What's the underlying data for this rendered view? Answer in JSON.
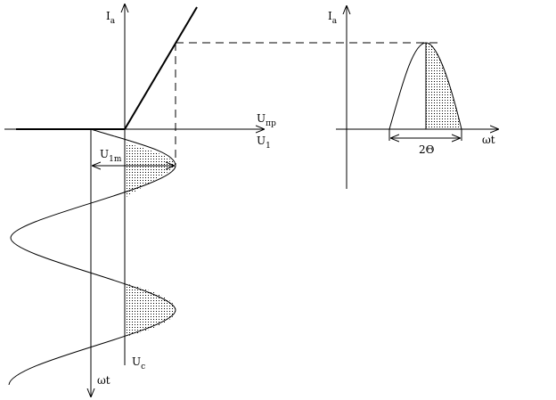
{
  "left_graph": {
    "y_axis_label": {
      "main": "I",
      "sub": "a"
    },
    "x_axis_label_top": {
      "main": "U",
      "sub": "пр"
    },
    "x_axis_label_bottom": {
      "main": "U",
      "sub": "1"
    },
    "amplitude_label": {
      "main": "U",
      "sub": "1m"
    },
    "bias_label": {
      "main": "U",
      "sub": "c"
    },
    "time_axis_label": "ωt"
  },
  "right_graph": {
    "y_axis_label": {
      "main": "I",
      "sub": "a"
    },
    "angle_label": "2Θ",
    "time_axis_label": "ωt"
  },
  "colors": {
    "stroke": "#000000",
    "background": "#ffffff",
    "stipple": "#000000"
  }
}
